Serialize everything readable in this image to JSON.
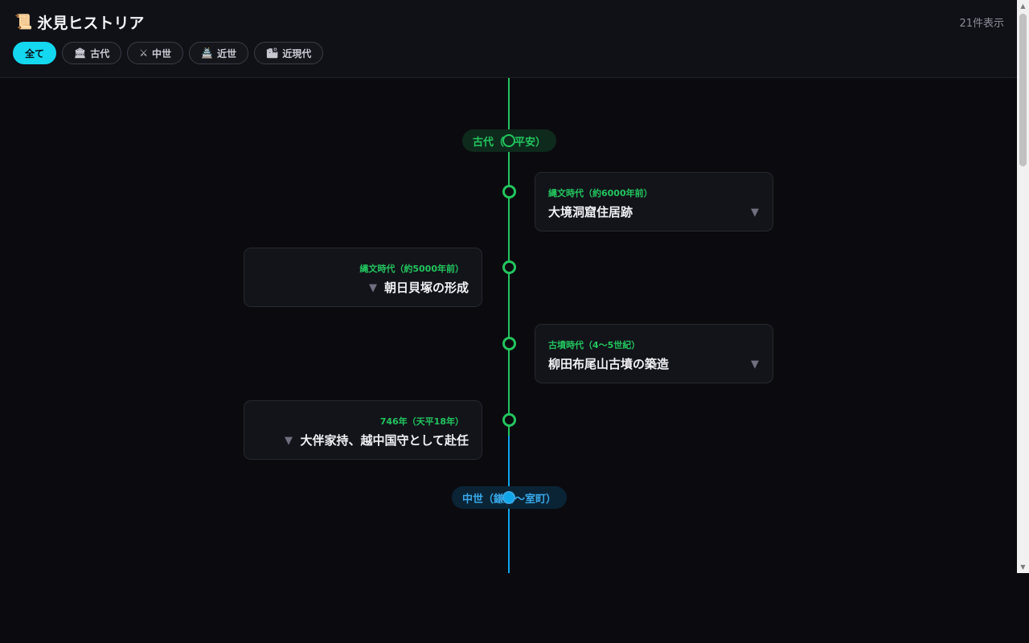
{
  "app": {
    "logo_icon": "📜",
    "title": "氷見ヒストリア",
    "count_label": "21件表示"
  },
  "filters": [
    {
      "label": "全て",
      "icon": "",
      "active": true
    },
    {
      "label": "古代",
      "icon": "🏛"
    },
    {
      "label": "中世",
      "icon": "⚔"
    },
    {
      "label": "近世",
      "icon": "🏯"
    },
    {
      "label": "近現代",
      "icon": "🏙"
    }
  ],
  "eras": {
    "kodai": "古代（〜平安）",
    "chusei": "中世（鎌倉〜室町）"
  },
  "events": [
    {
      "date": "縄文時代（約6000年前）",
      "title": "大境洞窟住居跡",
      "expand": "▼"
    },
    {
      "date": "縄文時代（約5000年前）",
      "title": "朝日貝塚の形成",
      "expand": "▼"
    },
    {
      "date": "古墳時代（4〜5世紀）",
      "title": "柳田布尾山古墳の築造",
      "expand": "▼"
    },
    {
      "date": "746年（天平18年）",
      "title": "大伴家持、越中国守として赴任",
      "expand": "▼"
    }
  ],
  "colors": {
    "accent": "#13d8ef",
    "kodai": "#22c55e",
    "chusei": "#38a8e8"
  }
}
